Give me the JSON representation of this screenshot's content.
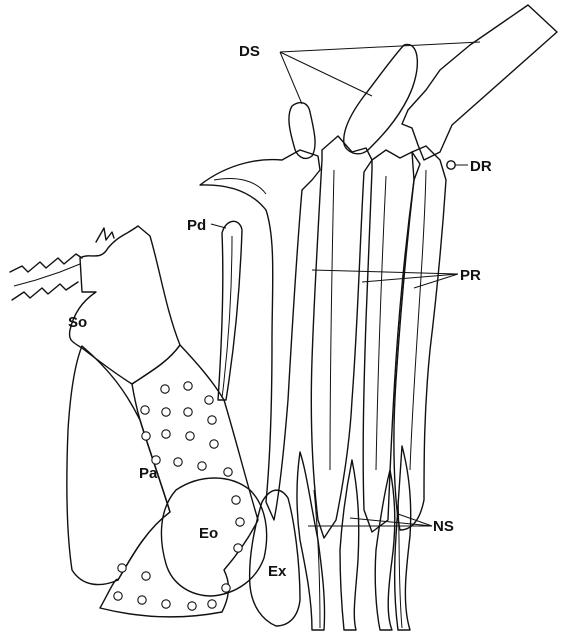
{
  "labels": {
    "ds": "DS",
    "dr": "DR",
    "pr": "PR",
    "pd": "Pd",
    "so": "So",
    "pa": "Pa",
    "eo": "Eo",
    "ex": "Ex",
    "ns": "NS"
  },
  "colors": {
    "ink": "#111111",
    "paper": "#ffffff"
  }
}
